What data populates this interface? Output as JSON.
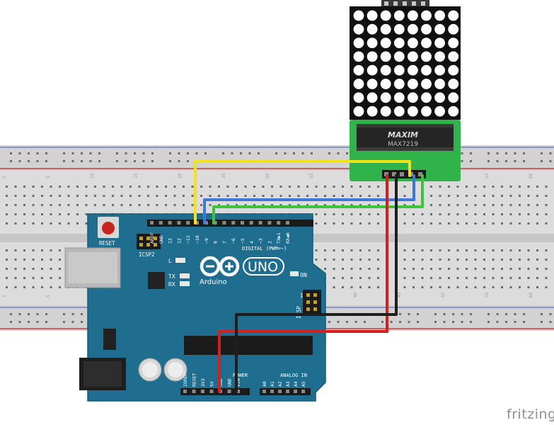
{
  "watermark": "fritzing",
  "breadboard": {
    "column_numbers": [
      "1",
      "5",
      "10",
      "15",
      "20",
      "25",
      "30",
      "35",
      "40",
      "45",
      "50",
      "55",
      "60"
    ]
  },
  "matrix_module": {
    "brand": "MAXIM",
    "chip": "MAX7219",
    "rows": 8,
    "cols": 8,
    "led_color": "#ffffff",
    "board_color": "#2fb34a"
  },
  "arduino": {
    "board_color": "#1f6e90",
    "reset_label": "RESET",
    "icsp2_label": "ICSP2",
    "icsp_label": "ICSP",
    "icsp_pin1": "1",
    "logo_text": "UNO",
    "brand_text": "Arduino",
    "on_label": "ON",
    "l_label": "L",
    "tx_label": "TX",
    "rx_label": "RX",
    "digital_label": "DIGITAL (PWM=~)",
    "digital_pins": [
      "AREF",
      "GND",
      "13",
      "12",
      "~11",
      "~10",
      "~9",
      "8",
      "7",
      "~6",
      "~5",
      "4",
      "~3",
      "2",
      "TX▶1",
      "RX◀0"
    ],
    "power_label": "POWER",
    "power_pins": [
      "IOREF",
      "RESET",
      "3V3",
      "5V",
      "GND",
      "GND",
      "VIN"
    ],
    "analog_label": "ANALOG IN",
    "analog_pins": [
      "A0",
      "A1",
      "A2",
      "A3",
      "A4",
      "A5"
    ]
  },
  "wires": [
    {
      "name": "yellow",
      "color": "#f2e21c"
    },
    {
      "name": "blue",
      "color": "#3d78d8"
    },
    {
      "name": "green",
      "color": "#3cc23c"
    },
    {
      "name": "red",
      "color": "#d42020"
    },
    {
      "name": "black",
      "color": "#1e1e1e"
    }
  ]
}
